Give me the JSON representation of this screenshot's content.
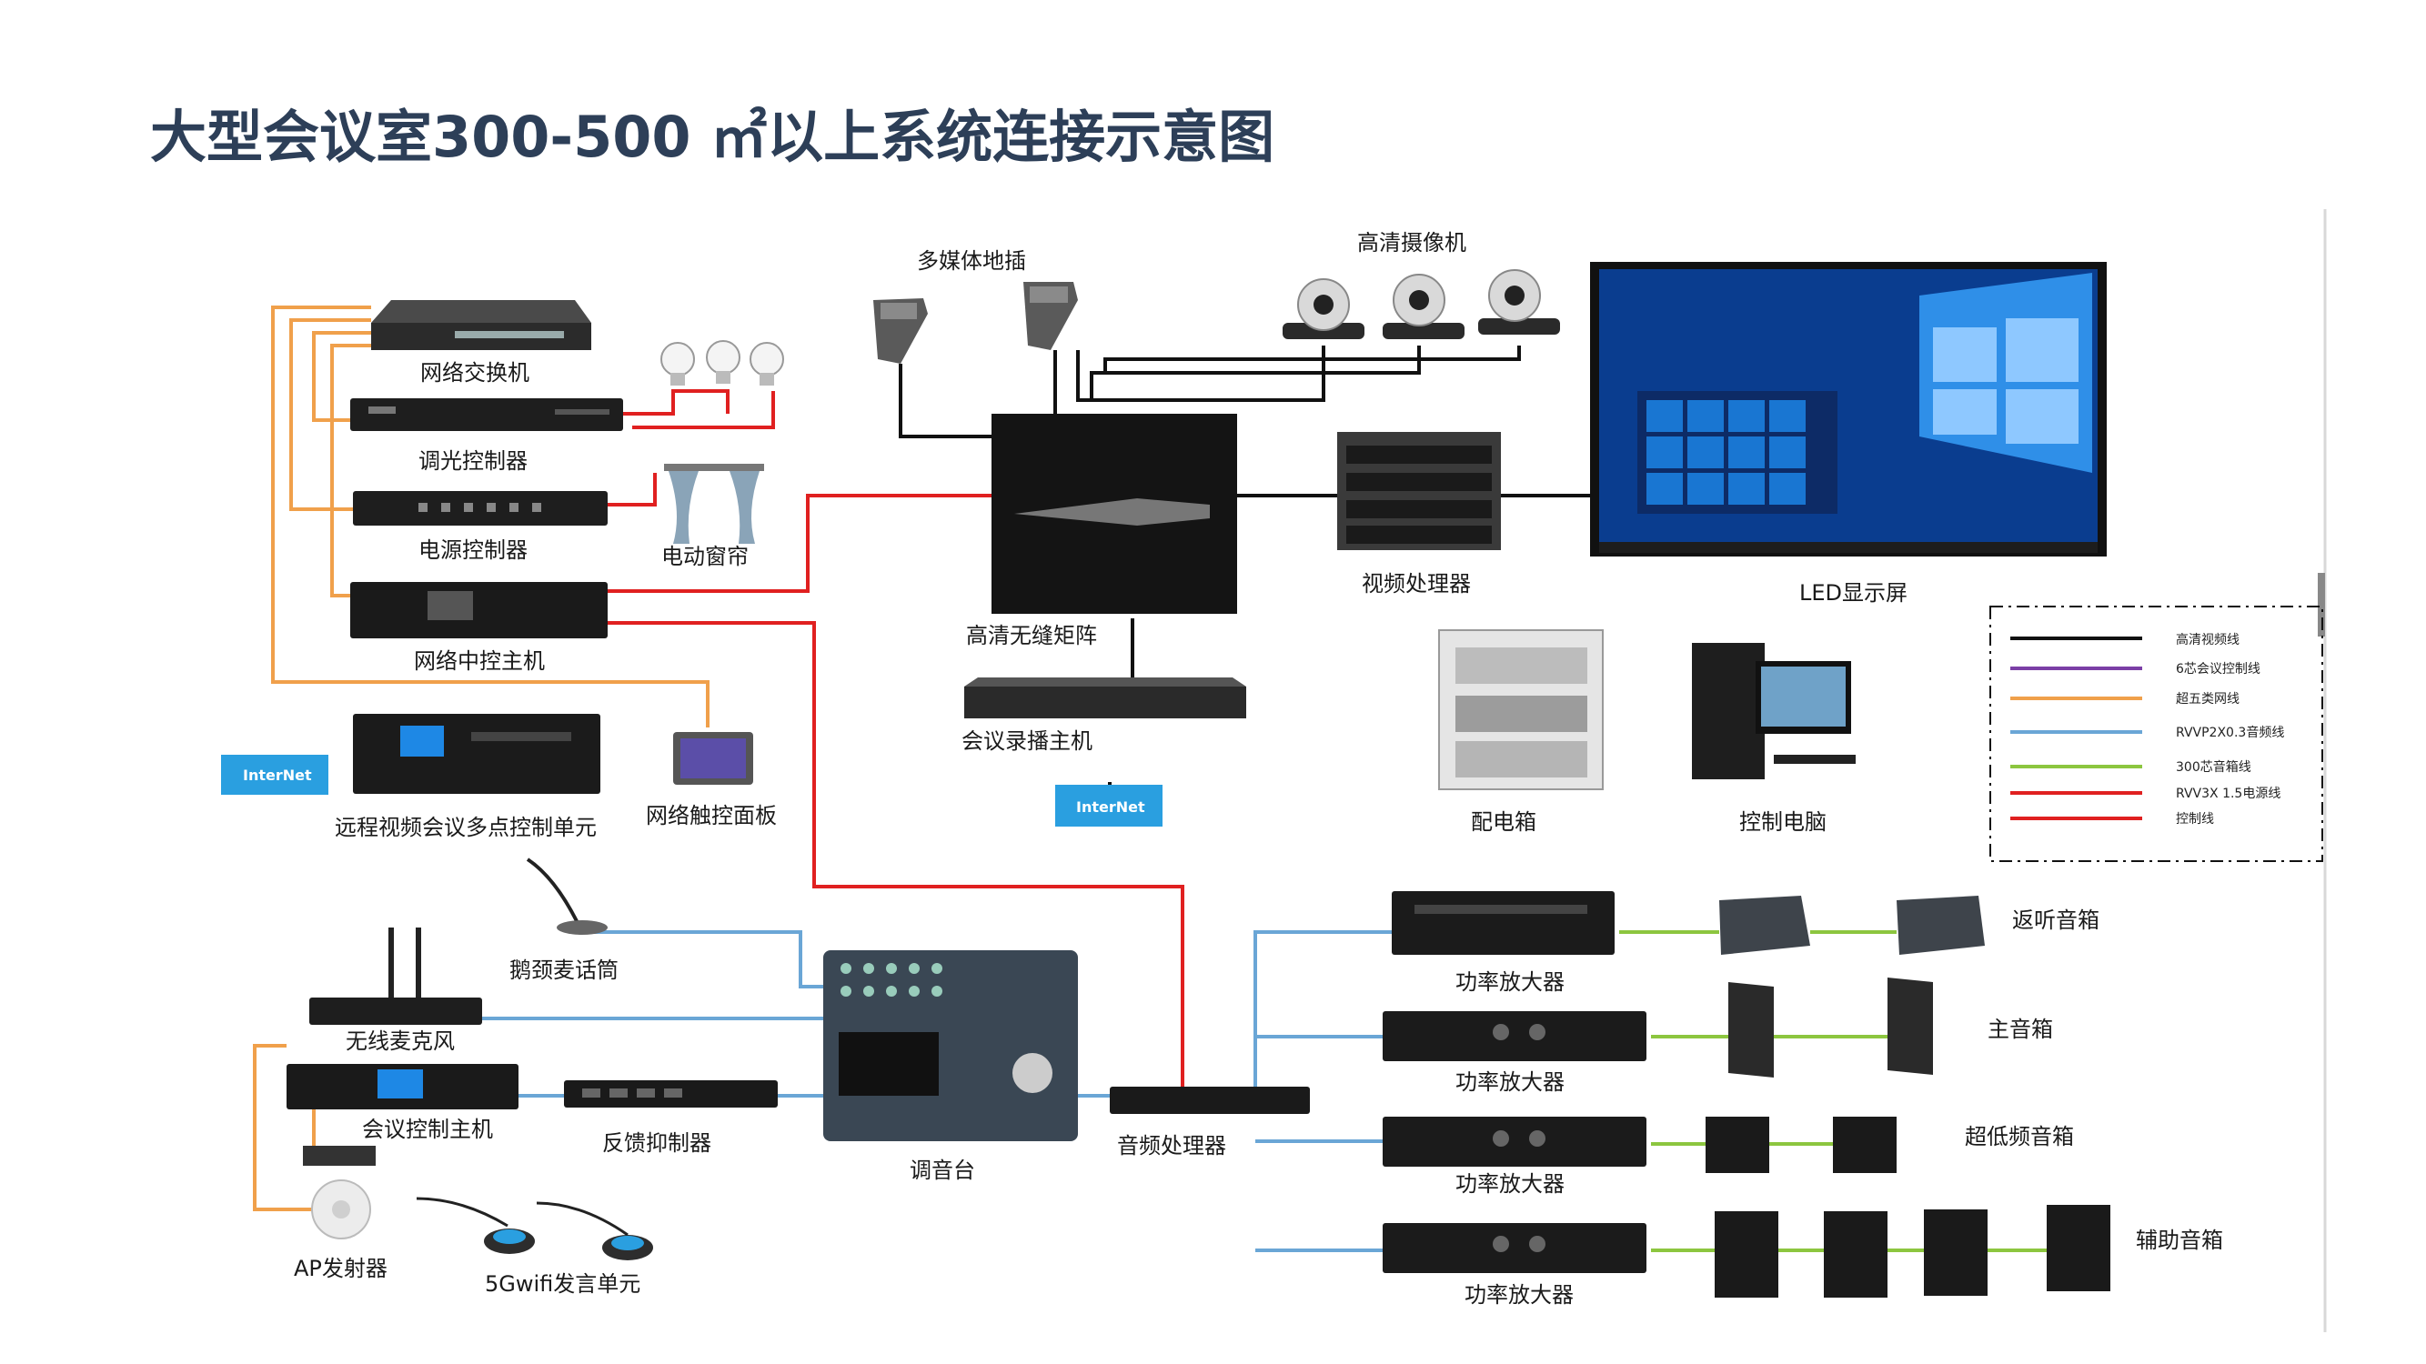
{
  "title": "大型会议室300-500 ㎡以上系统连接示意图",
  "colors": {
    "title": "#2d3f58",
    "black_line": "#111111",
    "purple_line": "#7b3fa6",
    "orange_line": "#f0a04b",
    "blue_line": "#6aa6d6",
    "green_line": "#8cc63f",
    "red_line": "#e02020",
    "internet_badge": "#2a9fe0"
  },
  "labels": {
    "network_switch": "网络交换机",
    "dimmer": "调光控制器",
    "power_controller": "电源控制器",
    "electric_curtain": "电动窗帘",
    "network_central_host": "网络中控主机",
    "video_conf_mcu": "远程视频会议多点控制单元",
    "touch_panel": "网络触控面板",
    "multimedia_socket": "多媒体地插",
    "hd_camera": "高清摄像机",
    "hd_matrix": "高清无缝矩阵",
    "recording_host": "会议录播主机",
    "video_processor": "视频处理器",
    "led_screen": "LED显示屏",
    "distribution_box": "配电箱",
    "control_pc": "控制电脑",
    "gooseneck_mic": "鹅颈麦话筒",
    "wireless_mic": "无线麦克风",
    "conf_control_host": "会议控制主机",
    "feedback_suppressor": "反馈抑制器",
    "mixer": "调音台",
    "audio_processor": "音频处理器",
    "ap_transmitter": "AP发射器",
    "wifi_unit": "5Gwifi发言单元",
    "amp1": "功率放大器",
    "amp2": "功率放大器",
    "amp3": "功率放大器",
    "amp4": "功率放大器",
    "monitor_speakers": "返听音箱",
    "main_speakers": "主音箱",
    "subwoofer": "超低频音箱",
    "aux_speakers": "辅助音箱",
    "internet1": "InterNet",
    "internet2": "InterNet"
  },
  "legend": [
    {
      "text": "高清视频线",
      "color": "#111111"
    },
    {
      "text": "6芯会议控制线",
      "color": "#7b3fa6"
    },
    {
      "text": "超五类网线",
      "color": "#f0a04b"
    },
    {
      "text": "RVVP2X0.3音频线",
      "color": "#6aa6d6"
    },
    {
      "text": "300芯音箱线",
      "color": "#8cc63f"
    },
    {
      "text": "RVV3X 1.5电源线",
      "color": "#e02020"
    },
    {
      "text": "控制线",
      "color": "#e02020"
    }
  ]
}
